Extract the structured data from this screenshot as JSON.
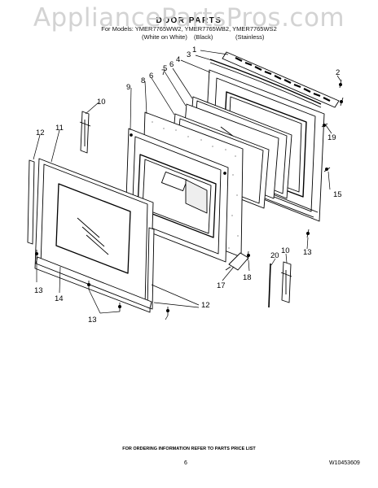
{
  "header": {
    "watermark": "AppliancePartsPros.com",
    "title": "DOOR PARTS",
    "models_line": "For Models: YMER7765WW2, YMER7765WB2, YMER7765WS2",
    "variants": [
      "(White on White)",
      "(Black)",
      "(Stainless)"
    ]
  },
  "callouts": {
    "c1": "1",
    "c2": "2",
    "c3": "3",
    "c4": "4",
    "c5": "5",
    "c6a": "6",
    "c6b": "6",
    "c7": "7",
    "c8": "8",
    "c9": "9",
    "c10a": "10",
    "c10b": "10",
    "c11": "11",
    "c12a": "12",
    "c12b": "12",
    "c13a": "13",
    "c13b": "13",
    "c13c": "13",
    "c14": "14",
    "c15": "15",
    "c17": "17",
    "c18": "18",
    "c19": "19",
    "c20": "20"
  },
  "footer": {
    "ordering_note": "FOR ORDERING INFORMATION REFER TO PARTS PRICE LIST",
    "page_number": "6",
    "document_number": "W10453609"
  }
}
